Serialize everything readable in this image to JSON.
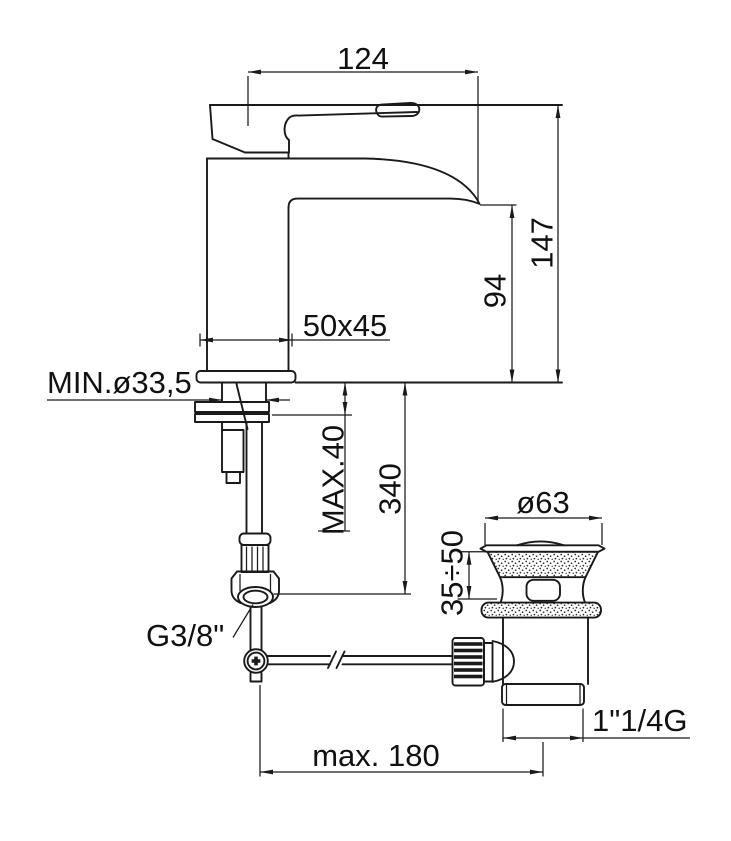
{
  "diagram": {
    "background": "#ffffff",
    "line_color": "#1a1a1a",
    "description": "Single-lever basin mixer tap with flexible supply hose and pop-up waste drain - dimensional technical drawing",
    "dimensions": {
      "spout_reach": "124",
      "total_height": "147",
      "spout_height": "94",
      "base_size": "50x45",
      "min_hole_diameter": "MIN.ø33,5",
      "max_deck_thickness": "MAX.40",
      "hose_length": "340",
      "waste_flange_diameter": "ø63",
      "clamping_range": "35÷50",
      "supply_thread": "G3/8\"",
      "waste_thread": "1\"1/4G",
      "max_rod_reach": "max. 180"
    }
  }
}
